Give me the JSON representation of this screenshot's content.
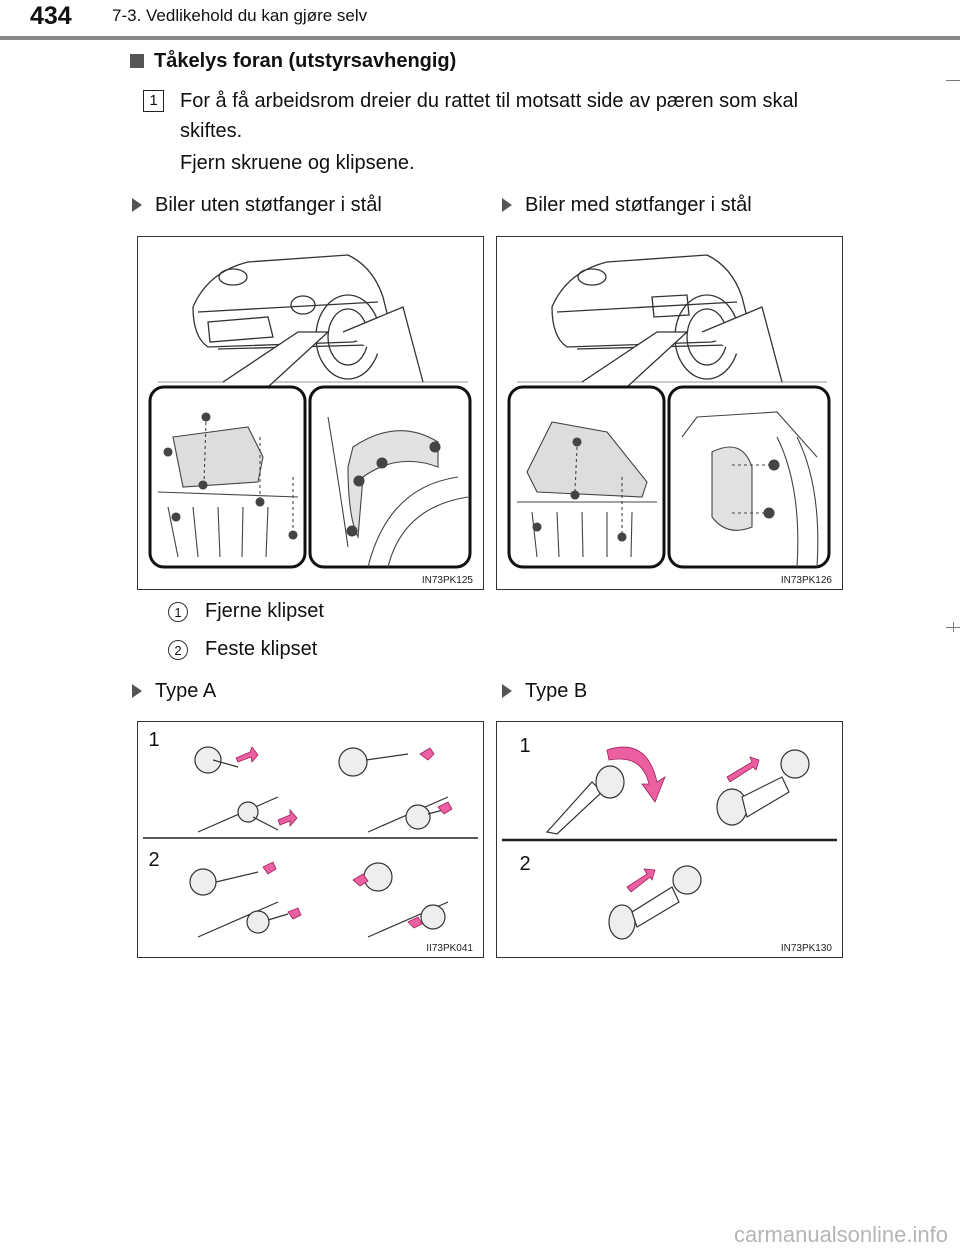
{
  "header": {
    "page_number": "434",
    "chapter_title": "7-3. Vedlikehold du kan gjøre selv"
  },
  "section": {
    "heading": "Tåkelys foran (utstyrsavhengig)",
    "step_number": "1",
    "paragraphs": [
      "For å få arbeidsrom dreier du rattet til motsatt side av pæren som skal skiftes.",
      "Fjern skruene og klipsene."
    ]
  },
  "variants": {
    "without_steel_bumper": "Biler uten støtfanger i stål",
    "with_steel_bumper": "Biler med støtfanger i stål"
  },
  "figures": {
    "left_top_code": "IN73PK125",
    "right_top_code": "IN73PK126",
    "left_bottom_code": "II73PK041",
    "right_bottom_code": "IN73PK130"
  },
  "legend": [
    {
      "num": "1",
      "text": "Fjerne klipset"
    },
    {
      "num": "2",
      "text": "Feste klipset"
    }
  ],
  "types": {
    "a": "Type A",
    "b": "Type B"
  },
  "watermark": "carmanualsonline.info",
  "icons": [
    "square-bullet-icon",
    "triangle-bullet-icon",
    "arrow-icon"
  ]
}
